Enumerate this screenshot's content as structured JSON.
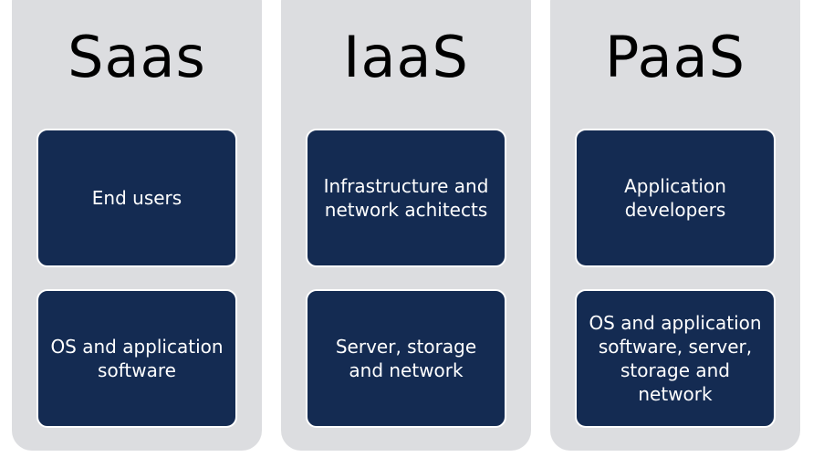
{
  "columns": [
    {
      "title": "Saas",
      "top_card": "End users",
      "bottom_card": "OS and application software"
    },
    {
      "title": "IaaS",
      "top_card": "Infrastructure and network achitects",
      "bottom_card": "Server, storage and network"
    },
    {
      "title": "PaaS",
      "top_card": "Application developers",
      "bottom_card": "OS and application software, server, storage and network"
    }
  ],
  "colors": {
    "column_bg": "#dcdde0",
    "card_bg": "#142b52",
    "card_text": "#ffffff",
    "title_text": "#000000"
  }
}
